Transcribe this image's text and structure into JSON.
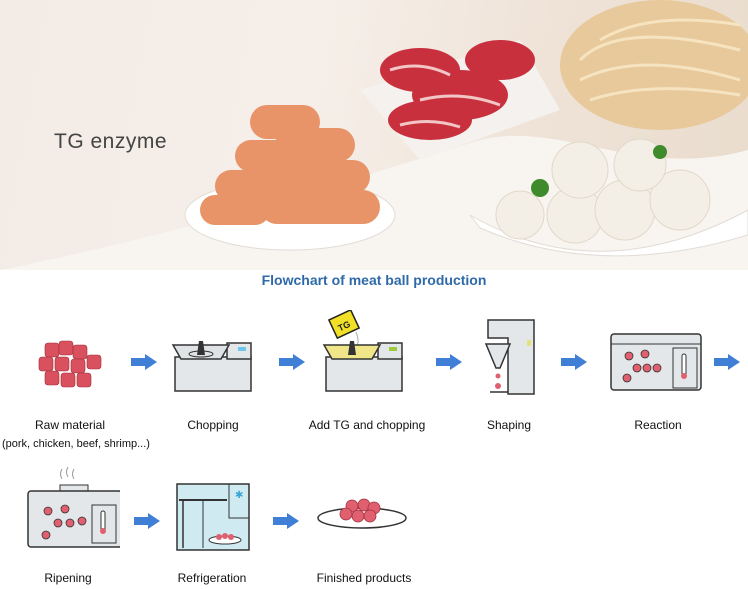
{
  "banner": {
    "brand_text": "TG enzyme"
  },
  "flowchart": {
    "title": "Flowchart of meat ball production",
    "steps": [
      {
        "label": "Raw material",
        "sublabel": "(pork, chicken, beef, shrimp...)"
      },
      {
        "label": "Chopping"
      },
      {
        "label": "Add TG and chopping",
        "packet_text": "TG"
      },
      {
        "label": "Shaping"
      },
      {
        "label": "Reaction"
      },
      {
        "label": "Ripening"
      },
      {
        "label": "Refrigeration"
      },
      {
        "label": "Finished products"
      }
    ]
  },
  "colors": {
    "arrow": "#3f7fd6",
    "title": "#2f6aa8",
    "meat": "#e0606e",
    "machine": "#e4e7ea"
  }
}
